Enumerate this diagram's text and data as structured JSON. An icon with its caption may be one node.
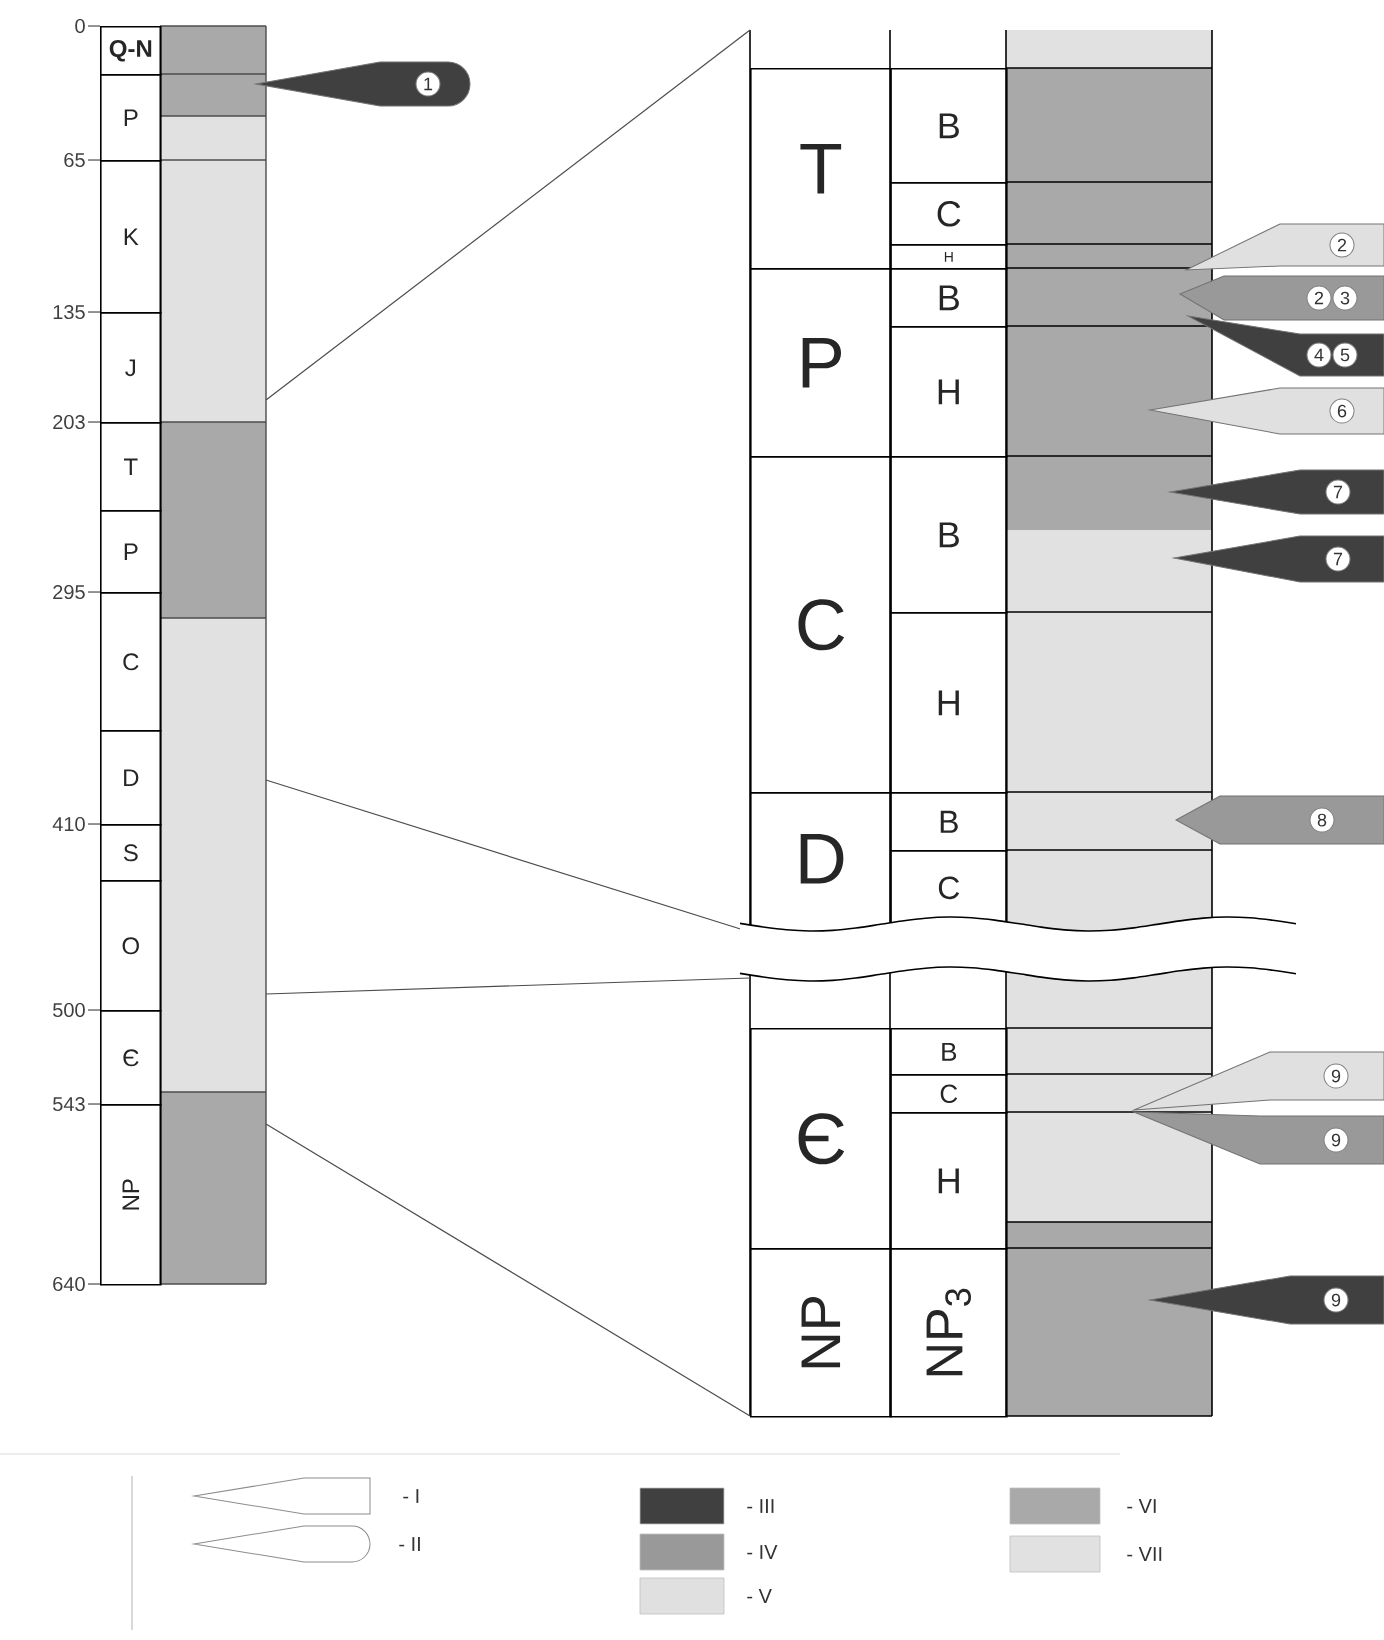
{
  "diagram": {
    "nodes": [
      {
        "text": [
          "Q-N"
        ]
      },
      {
        "text": [
          "P"
        ]
      },
      {
        "text": [
          "K"
        ]
      },
      {
        "text": [
          "J"
        ]
      },
      {
        "text": [
          "T"
        ]
      },
      {
        "text": [
          "P"
        ]
      },
      {
        "text": [
          "C"
        ]
      },
      {
        "text": [
          "D"
        ]
      },
      {
        "text": [
          "S"
        ]
      },
      {
        "text": [
          "O"
        ]
      },
      {
        "text": [
          "Є"
        ]
      },
      {
        "text": [
          "NP"
        ]
      },
      {
        "text": [
          "1"
        ]
      },
      {
        "text": [
          "T"
        ]
      },
      {
        "text": [
          "B"
        ]
      },
      {
        "text": [
          "C"
        ]
      },
      {
        "text": [
          "H"
        ]
      },
      {
        "text": [
          "P"
        ]
      },
      {
        "text": [
          "B"
        ]
      },
      {
        "text": [
          "H"
        ]
      },
      {
        "text": [
          "C"
        ]
      },
      {
        "text": [
          "B"
        ]
      },
      {
        "text": [
          "H"
        ]
      },
      {
        "text": [
          "D"
        ]
      },
      {
        "text": [
          "B"
        ]
      },
      {
        "text": [
          "C"
        ]
      },
      {
        "text": [
          "Є"
        ]
      },
      {
        "text": [
          "B"
        ]
      },
      {
        "text": [
          "C"
        ]
      },
      {
        "text": [
          "H"
        ]
      },
      {
        "text": [
          "NP"
        ]
      },
      {
        "text": [
          "NP$_{3}$"
        ]
      },
      {
        "text": [
          "2"
        ]
      },
      {
        "text": [
          "2",
          "3"
        ]
      },
      {
        "text": [
          "4",
          "5"
        ]
      },
      {
        "text": [
          "6"
        ]
      },
      {
        "text": [
          "7"
        ]
      },
      {
        "text": [
          "7"
        ]
      },
      {
        "text": [
          "8"
        ]
      },
      {
        "text": [
          "9"
        ]
      },
      {
        "text": [
          "9"
        ]
      },
      {
        "text": [
          "9"
        ]
      }
    ],
    "labels": [
      "0",
      "65",
      "135",
      "203",
      "295",
      "410",
      "500",
      "543",
      "640"
    ],
    "legend": [
      {
        "text": "- I"
      },
      {
        "text": "- II"
      },
      {
        "text": "- III"
      },
      {
        "text": "- IV"
      },
      {
        "text": "- V"
      },
      {
        "text": "- VI",
        "color": "#a9a9a9"
      },
      {
        "text": "- VII",
        "color": "#e1e1e1"
      }
    ]
  }
}
